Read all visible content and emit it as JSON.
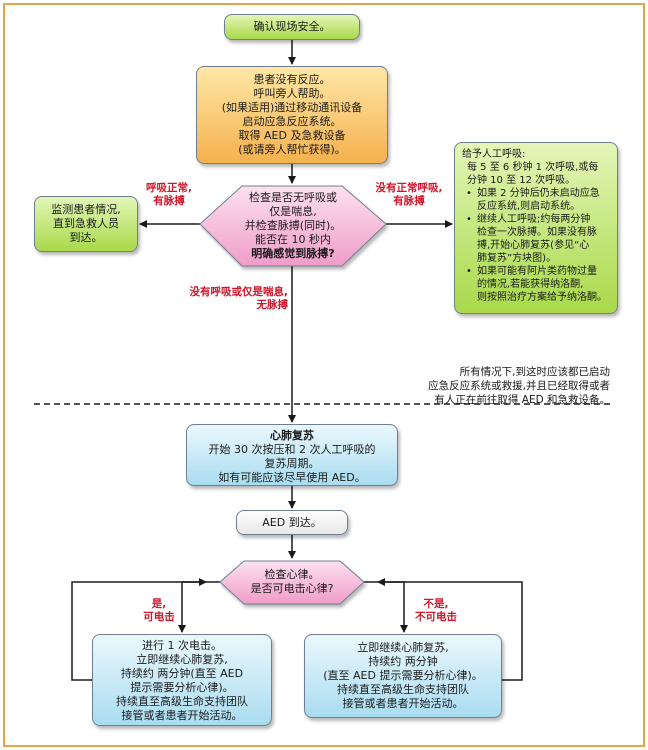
{
  "colors": {
    "frame": "#e2a548",
    "alert_text": "#d0162a",
    "line": "#1a1a1a",
    "start_box": "#a9d94a",
    "call_box": "#f5b14d",
    "diamond": "#f2a8cf",
    "cpr_box": "#a9dcf0"
  },
  "nodes": {
    "start": {
      "text": "确认现场安全。"
    },
    "activate": {
      "lines": [
        "患者没有反应。",
        "呼叫旁人帮助。",
        "(如果适用)通过移动通讯设备",
        "启动应急反应系统。",
        "取得 AED 及急救设备",
        "(或请旁人帮忙获得)。"
      ]
    },
    "check": {
      "lines": [
        "检查是否无呼吸或",
        "仅是喘息,",
        "并检查脉搏(同时)。",
        "能否在 10 秒内"
      ],
      "bold_line": "明确感觉到脉搏?"
    },
    "monitor": {
      "lines": [
        "监测患者情况,",
        "直到急救人员",
        "到达。"
      ]
    },
    "rescue_breathing": {
      "title": "给予人工呼吸:",
      "intro": [
        "每 5 至 6 秒钟 1 次呼吸,或每",
        "分钟 10 至 12 次呼吸。"
      ],
      "bullets": [
        [
          "如果 2 分钟后仍未启动应急",
          "反应系统,则启动系统。"
        ],
        [
          "继续人工呼吸;约每两分钟",
          "检查一次脉搏。如果没有脉",
          "搏,开始心肺复苏(参见“心",
          "肺复苏”方块图)。"
        ],
        [
          "如果可能有阿片类药物过量",
          "的情况,若能获得纳洛酮,",
          "则按照治疗方案给予纳洛酮。"
        ]
      ]
    },
    "cpr": {
      "title": "心肺复苏",
      "lines": [
        "开始 30 次按压和 2 次人工呼吸的",
        "复苏周期。",
        "如有可能应该尽早使用 AED。"
      ]
    },
    "aed": {
      "text": "AED 到达。"
    },
    "rhythm": {
      "lines": [
        "检查心律。",
        "是否可电击心律?"
      ]
    },
    "shock": {
      "lines": [
        "进行 1 次电击。",
        "立即继续心肺复苏,",
        "持续约 两分钟(直至 AED",
        "提示需要分析心律)。",
        "持续直至高级生命支持团队",
        "接管或者患者开始活动。"
      ]
    },
    "noshock": {
      "lines": [
        "立即继续心肺复苏,",
        "持续约 两分钟",
        "(直至 AED 提示需要分析心律)。",
        "持续直至高级生命支持团队",
        "接管或者患者开始活动。"
      ]
    }
  },
  "labels": {
    "normal_breathing": [
      "呼吸正常,",
      "有脉搏"
    ],
    "abnormal_breathing": [
      "没有正常呼吸,",
      "有脉搏"
    ],
    "no_breathing": [
      "没有呼吸或仅是喘息,",
      "无脉搏"
    ],
    "shockable": [
      "是,",
      "可电击"
    ],
    "nonshockable": [
      "不是,",
      "不可电击"
    ]
  },
  "note": {
    "lines": [
      "所有情况下,到这时应该都已启动",
      "应急反应系统或救援,并且已经取得或者",
      "有人正在前往取得 AED 和急救设备。"
    ]
  }
}
